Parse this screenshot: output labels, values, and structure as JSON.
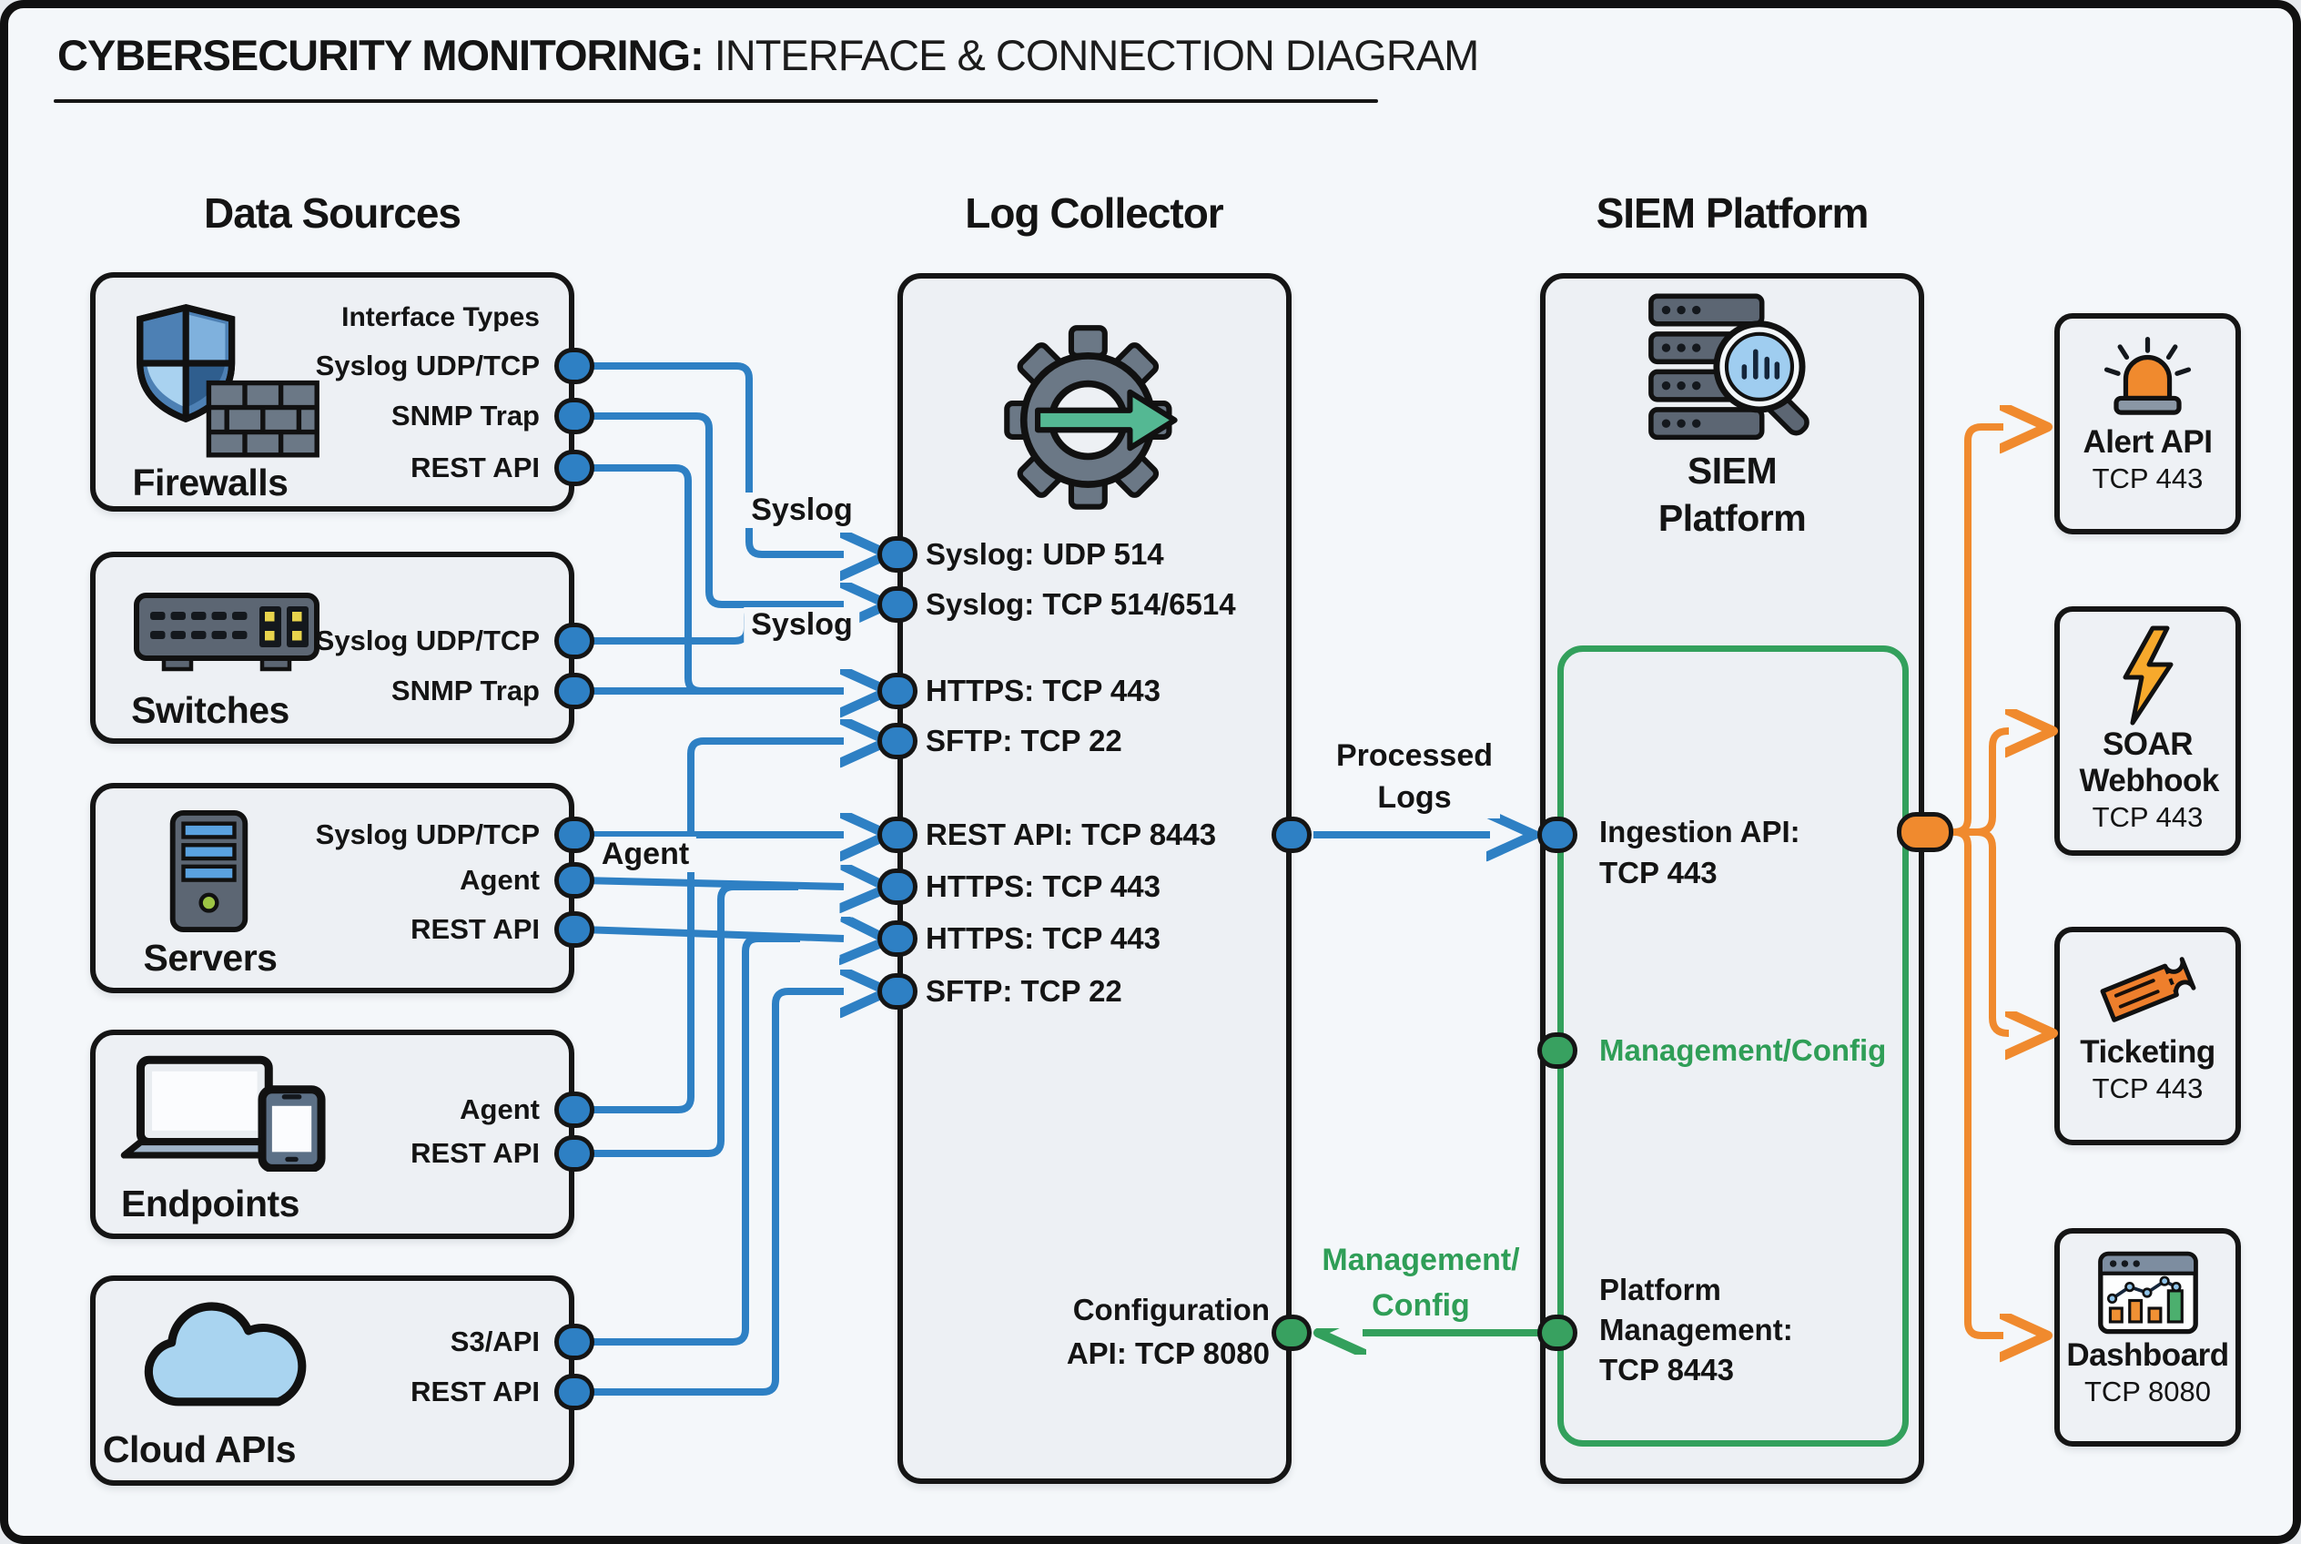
{
  "title": {
    "strong": "CYBERSECURITY MONITORING:",
    "rest": " INTERFACE & CONNECTION DIAGRAM"
  },
  "columns": {
    "sources": "Data Sources",
    "collector": "Log Collector",
    "siem": "SIEM Platform"
  },
  "colors": {
    "blue": "#2e80c4",
    "green": "#33a05c",
    "orange": "#f08a2e",
    "box_fill": "#edf0f4",
    "outline": "#151515"
  },
  "sources": [
    {
      "label": "Firewalls",
      "note": "Interface Types",
      "ports": [
        "Syslog UDP/TCP",
        "SNMP Trap",
        "REST API"
      ]
    },
    {
      "label": "Switches",
      "ports": [
        "Syslog UDP/TCP",
        "SNMP Trap"
      ]
    },
    {
      "label": "Servers",
      "ports": [
        "Syslog UDP/TCP",
        "Agent",
        "REST API"
      ]
    },
    {
      "label": "Endpoints",
      "ports": [
        "Agent",
        "REST API"
      ]
    },
    {
      "label": "Cloud APIs",
      "ports": [
        "S3/API",
        "REST API"
      ]
    }
  ],
  "collector": {
    "inputs": [
      "Syslog: UDP 514",
      "Syslog: TCP 514/6514",
      "HTTPS: TCP 443",
      "SFTP: TCP 22",
      "REST API: TCP 8443",
      "HTTPS: TCP 443",
      "HTTPS: TCP 443",
      "SFTP: TCP 22"
    ],
    "config": {
      "line1": "Configuration",
      "line2": "API: TCP 8080"
    }
  },
  "siem": {
    "name1": "SIEM",
    "name2": "Platform",
    "ingestion1": "Ingestion API:",
    "ingestion2": "TCP 443",
    "management": "Management/Config",
    "platform1": "Platform",
    "platform2": "Management:",
    "platform3": "TCP 8443"
  },
  "destinations": [
    {
      "label": "Alert API",
      "port": "TCP 443",
      "icon": "siren-icon"
    },
    {
      "label": "SOAR Webhook",
      "port": "TCP 443",
      "icon": "lightning-icon"
    },
    {
      "label": "Ticketing",
      "port": "TCP 443",
      "icon": "ticket-icon"
    },
    {
      "label": "Dashboard",
      "port": "TCP 8080",
      "icon": "dashboard-icon"
    }
  ],
  "edge_labels": {
    "syslog_top": "Syslog",
    "syslog_bottom": "Syslog",
    "agent": "Agent",
    "processed1": "Processed",
    "processed2": "Logs",
    "mgmt1": "Management/",
    "mgmt2": "Config"
  }
}
